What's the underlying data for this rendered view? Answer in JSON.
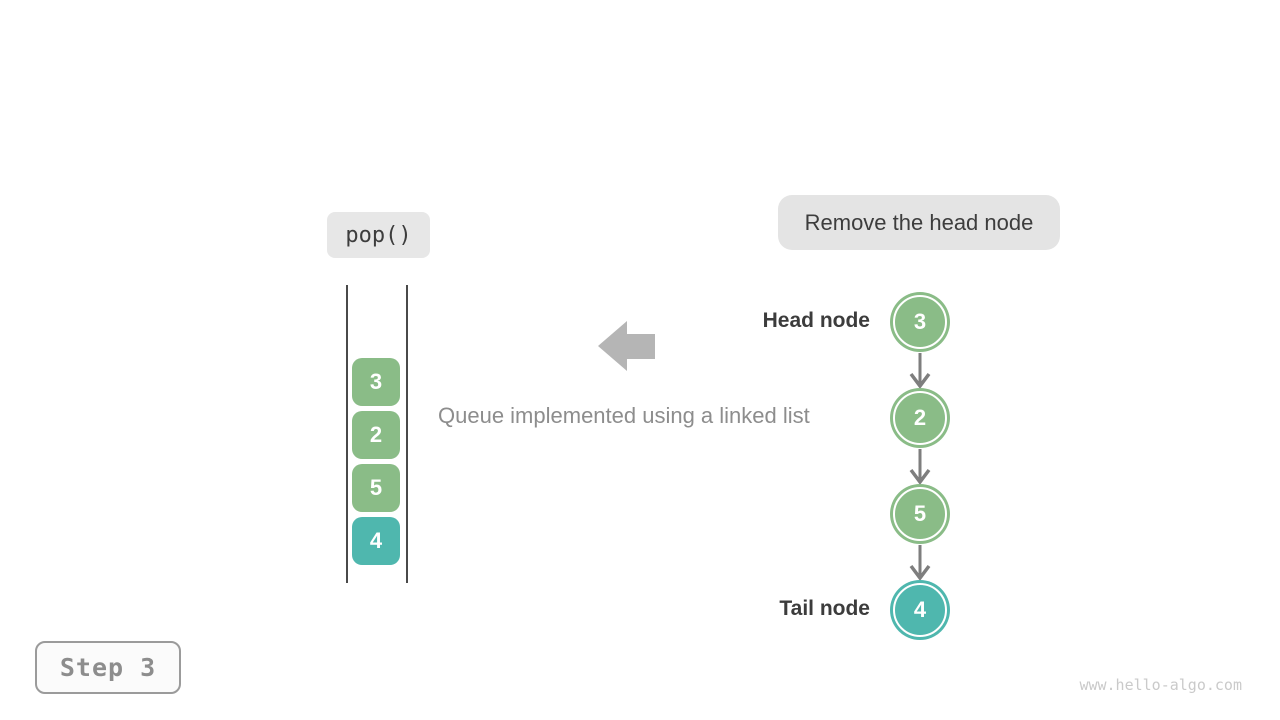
{
  "operation": {
    "label": "pop()"
  },
  "annotation": {
    "label": "Remove the head node"
  },
  "caption": {
    "text": "Queue implemented using a linked list"
  },
  "stack": {
    "items": [
      {
        "value": "3",
        "color": "#8abc87"
      },
      {
        "value": "2",
        "color": "#8abc87"
      },
      {
        "value": "5",
        "color": "#8abc87"
      },
      {
        "value": "4",
        "color": "#4fb7ae"
      }
    ]
  },
  "linked_list": {
    "head_label": "Head node",
    "tail_label": "Tail node",
    "nodes": [
      {
        "value": "3",
        "color": "#8abc87"
      },
      {
        "value": "2",
        "color": "#8abc87"
      },
      {
        "value": "5",
        "color": "#8abc87"
      },
      {
        "value": "4",
        "color": "#4fb7ae"
      }
    ]
  },
  "step": {
    "label": "Step 3"
  },
  "footer": {
    "watermark": "www.hello-algo.com"
  },
  "colors": {
    "node_green": "#8abc87",
    "node_teal": "#4fb7ae",
    "label_box_gray": "#e4e4e4",
    "arrow_gray": "#b5b5b5",
    "connector_gray": "#7e7e7e"
  }
}
